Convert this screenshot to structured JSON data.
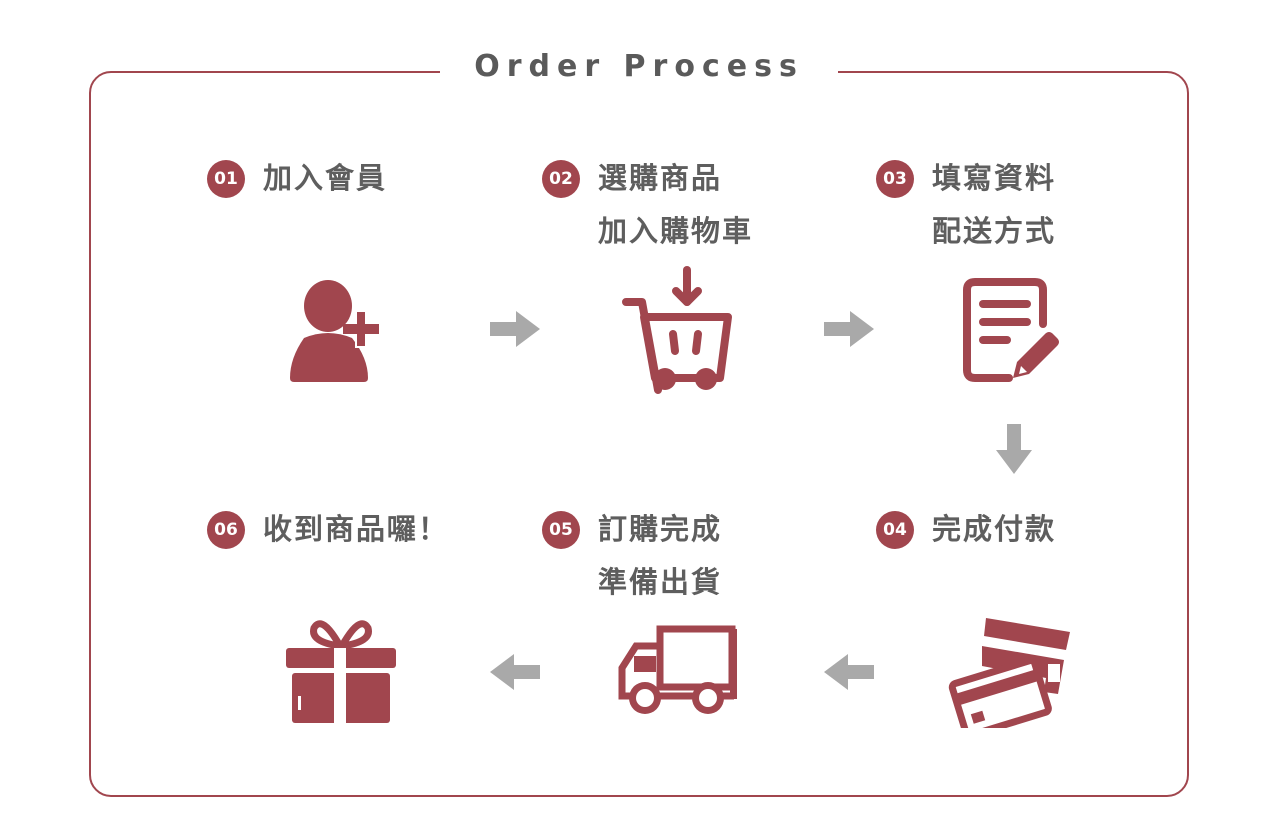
{
  "title": "Order Process",
  "colors": {
    "accent": "#a1464e",
    "arrow": "#a9a9a9",
    "text": "#5e5e5e"
  },
  "steps": [
    {
      "number": "01",
      "lines": [
        "加入會員"
      ],
      "icon": "user-add-icon"
    },
    {
      "number": "02",
      "lines": [
        "選購商品",
        "加入購物車"
      ],
      "icon": "shopping-cart-icon"
    },
    {
      "number": "03",
      "lines": [
        "填寫資料",
        "配送方式"
      ],
      "icon": "form-edit-icon"
    },
    {
      "number": "04",
      "lines": [
        "完成付款"
      ],
      "icon": "credit-card-icon"
    },
    {
      "number": "05",
      "lines": [
        "訂購完成",
        "準備出貨"
      ],
      "icon": "truck-icon"
    },
    {
      "number": "06",
      "lines": [
        "收到商品囉！"
      ],
      "icon": "gift-icon"
    }
  ]
}
